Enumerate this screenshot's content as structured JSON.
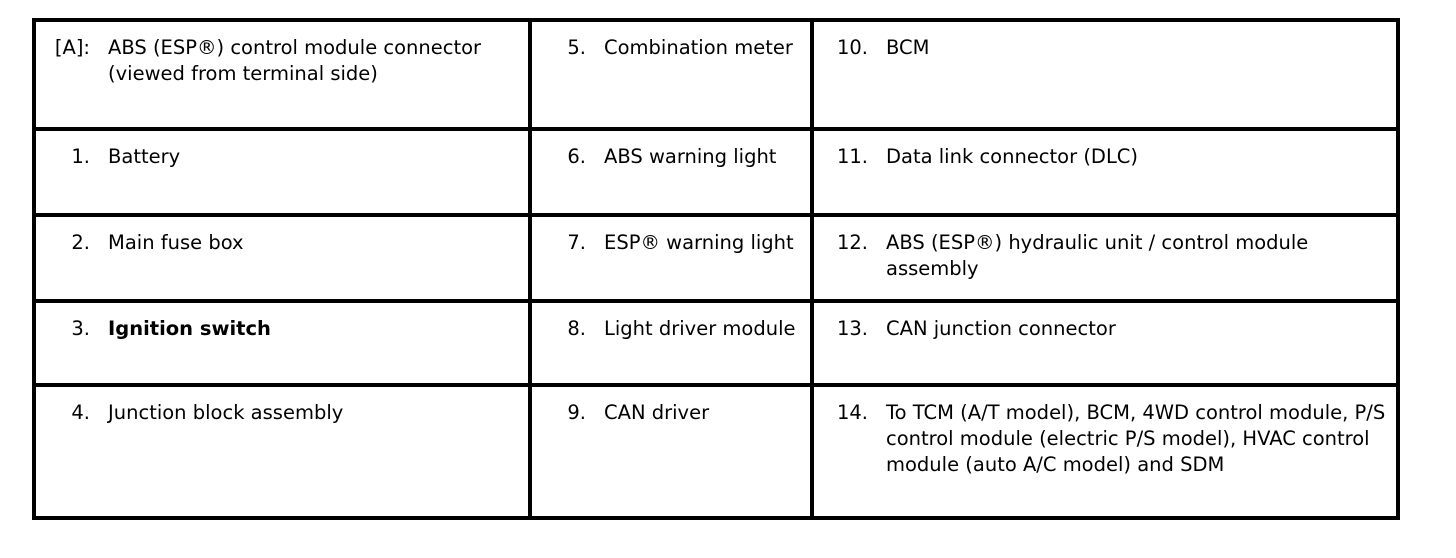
{
  "document": {
    "type": "parts-legend-table",
    "background_color": "#ffffff",
    "text_color": "#000000",
    "border_color": "#000000"
  },
  "legend": {
    "columns": 3,
    "rows": [
      {
        "cells": [
          {
            "num": "[A]:",
            "label": "ABS (ESP®) control module connector (viewed from terminal side)",
            "bold": false
          },
          {
            "num": "5.",
            "label": "Combination meter",
            "bold": false
          },
          {
            "num": "10.",
            "label": "BCM",
            "bold": false
          }
        ]
      },
      {
        "cells": [
          {
            "num": "1.",
            "label": "Battery",
            "bold": false
          },
          {
            "num": "6.",
            "label": "ABS warning light",
            "bold": false
          },
          {
            "num": "11.",
            "label": "Data link connector (DLC)",
            "bold": false
          }
        ]
      },
      {
        "cells": [
          {
            "num": "2.",
            "label": "Main fuse box",
            "bold": false
          },
          {
            "num": "7.",
            "label": "ESP® warning light",
            "bold": false
          },
          {
            "num": "12.",
            "label": "ABS (ESP®) hydraulic unit / control module assembly",
            "bold": false
          }
        ]
      },
      {
        "cells": [
          {
            "num": "3.",
            "label": "Ignition switch",
            "bold": true
          },
          {
            "num": "8.",
            "label": "Light driver module",
            "bold": false
          },
          {
            "num": "13.",
            "label": "CAN junction connector",
            "bold": false
          }
        ]
      },
      {
        "cells": [
          {
            "num": "4.",
            "label": "Junction block assembly",
            "bold": false
          },
          {
            "num": "9.",
            "label": "CAN driver",
            "bold": false
          },
          {
            "num": "14.",
            "label": "To TCM (A/T model), BCM, 4WD control module, P/S control module (electric P/S model), HVAC control module (auto A/C model) and SDM",
            "bold": false
          }
        ]
      }
    ]
  }
}
